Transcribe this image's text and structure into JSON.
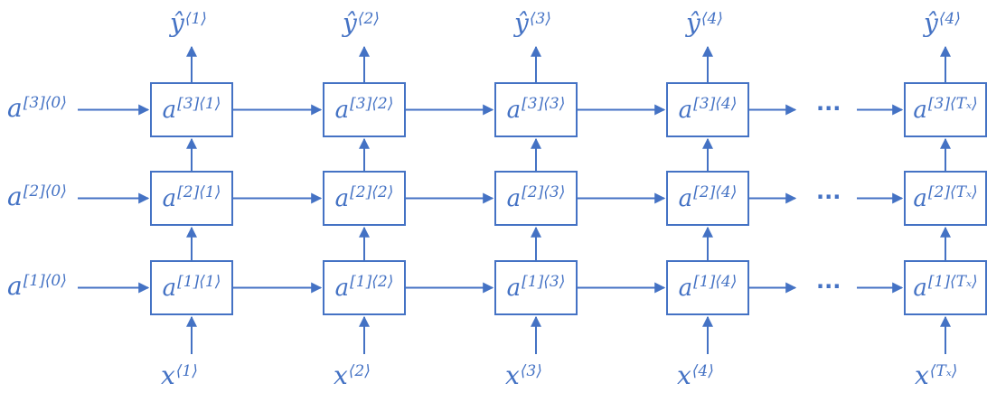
{
  "diagram": {
    "color": "#4472c4",
    "timesteps": [
      "⟨1⟩",
      "⟨2⟩",
      "⟨3⟩",
      "⟨4⟩",
      "⟨T_x⟩"
    ],
    "layers": [
      "[3]",
      "[2]",
      "[1]"
    ],
    "ellipsis": "···",
    "init_states": [
      {
        "base": "a",
        "sup": "[3]⟨0⟩"
      },
      {
        "base": "a",
        "sup": "[2]⟨0⟩"
      },
      {
        "base": "a",
        "sup": "[1]⟨0⟩"
      }
    ],
    "cells": [
      [
        {
          "base": "a",
          "sup": "[3]⟨1⟩"
        },
        {
          "base": "a",
          "sup": "[3]⟨2⟩"
        },
        {
          "base": "a",
          "sup": "[3]⟨3⟩"
        },
        {
          "base": "a",
          "sup": "[3]⟨4⟩"
        },
        {
          "base": "a",
          "sup": "[3]⟨Tₓ⟩"
        }
      ],
      [
        {
          "base": "a",
          "sup": "[2]⟨1⟩"
        },
        {
          "base": "a",
          "sup": "[2]⟨2⟩"
        },
        {
          "base": "a",
          "sup": "[2]⟨3⟩"
        },
        {
          "base": "a",
          "sup": "[2]⟨4⟩"
        },
        {
          "base": "a",
          "sup": "[2]⟨Tₓ⟩"
        }
      ],
      [
        {
          "base": "a",
          "sup": "[1]⟨1⟩"
        },
        {
          "base": "a",
          "sup": "[1]⟨2⟩"
        },
        {
          "base": "a",
          "sup": "[1]⟨3⟩"
        },
        {
          "base": "a",
          "sup": "[1]⟨4⟩"
        },
        {
          "base": "a",
          "sup": "[1]⟨Tₓ⟩"
        }
      ]
    ],
    "outputs": [
      {
        "base": "ŷ",
        "sup": "⟨1⟩"
      },
      {
        "base": "ŷ",
        "sup": "⟨2⟩"
      },
      {
        "base": "ŷ",
        "sup": "⟨3⟩"
      },
      {
        "base": "ŷ",
        "sup": "⟨4⟩"
      },
      {
        "base": "ŷ",
        "sup": "⟨4⟩"
      }
    ],
    "inputs": [
      {
        "base": "x",
        "sup": "⟨1⟩"
      },
      {
        "base": "x",
        "sup": "⟨2⟩"
      },
      {
        "base": "x",
        "sup": "⟨3⟩"
      },
      {
        "base": "x",
        "sup": "⟨4⟩"
      },
      {
        "base": "x",
        "sup": "⟨Tₓ⟩"
      }
    ]
  }
}
